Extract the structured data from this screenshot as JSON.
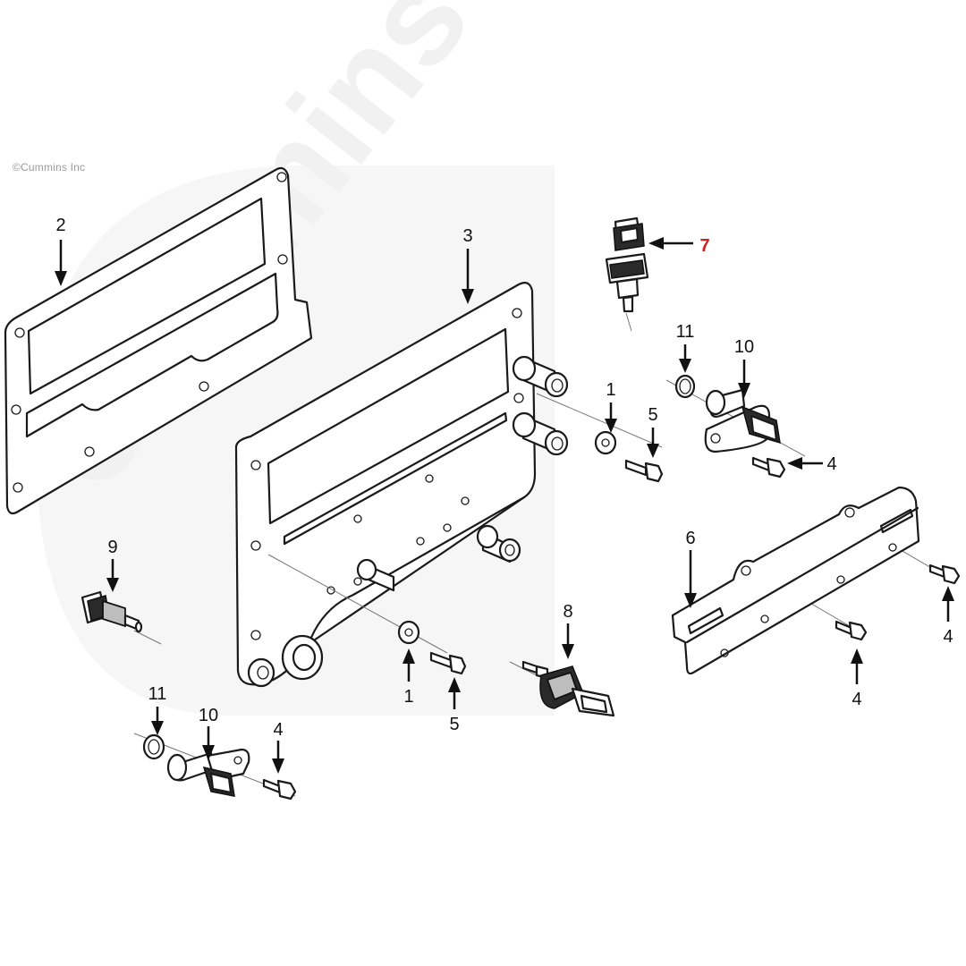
{
  "copyright": "©Cummins Inc",
  "watermark": "Cummins",
  "highlight_color": "#cc1f1f",
  "callouts": {
    "c1a": "1",
    "c1b": "1",
    "c2": "2",
    "c3": "3",
    "c4a": "4",
    "c4b": "4",
    "c4c": "4",
    "c4d": "4",
    "c5a": "5",
    "c5b": "5",
    "c6": "6",
    "c7": "7",
    "c8": "8",
    "c9": "9",
    "c10a": "10",
    "c10b": "10",
    "c11a": "11",
    "c11b": "11"
  }
}
